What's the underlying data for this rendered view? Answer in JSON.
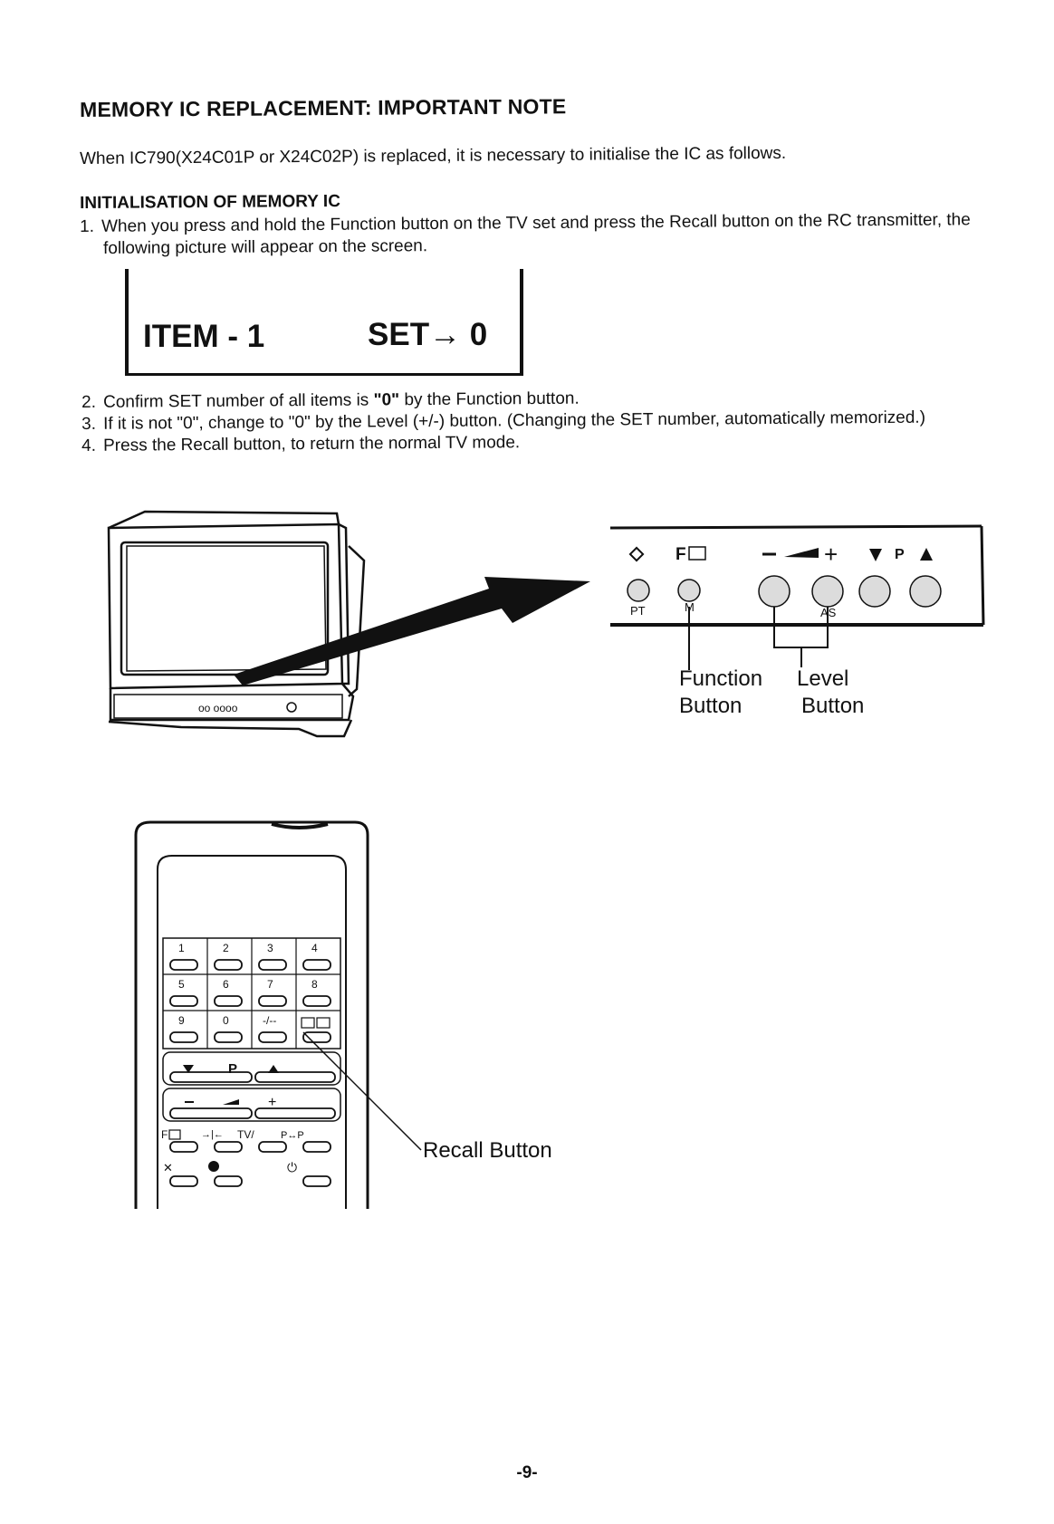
{
  "heading": "MEMORY IC REPLACEMENT: IMPORTANT NOTE",
  "intro": "When IC790(X24C01P or X24C02P) is replaced, it is necessary to initialise the IC as follows.",
  "subheading": "INITIALISATION OF MEMORY IC",
  "steps": [
    {
      "num": "1.",
      "line1": "When you press and hold the Function button on the TV set and press the Recall button on the RC transmitter, the",
      "line2": "following picture will appear on the screen."
    },
    {
      "num": "2.",
      "pre": "Confirm SET number of all items is ",
      "bold": "\"0\"",
      "post": " by the Function button."
    },
    {
      "num": "3.",
      "text": "If it is not \"0\", change to \"0\" by the Level (+/-) button. (Changing the SET number, automatically memorized.)"
    },
    {
      "num": "4.",
      "text": "Press the Recall button,  to return the normal TV mode."
    }
  ],
  "screen": {
    "item": "ITEM - 1",
    "set": "SET→ 0"
  },
  "tv_panel": {
    "f_label": "F",
    "p_label": "P",
    "pt_label": "PT",
    "m_label": "M",
    "as_label": "AS",
    "function_caption": [
      "Function",
      "Button"
    ],
    "level_caption": [
      "Level",
      "Button"
    ]
  },
  "remote": {
    "keys": [
      "1",
      "2",
      "3",
      "4",
      "5",
      "6",
      "7",
      "8",
      "9",
      "0",
      "-/--"
    ],
    "p_label": "P",
    "f_label": "F",
    "tv_label": "TV/",
    "pp_label": "P↔P",
    "recall_caption": "Recall Button"
  },
  "page_number": "-9-"
}
